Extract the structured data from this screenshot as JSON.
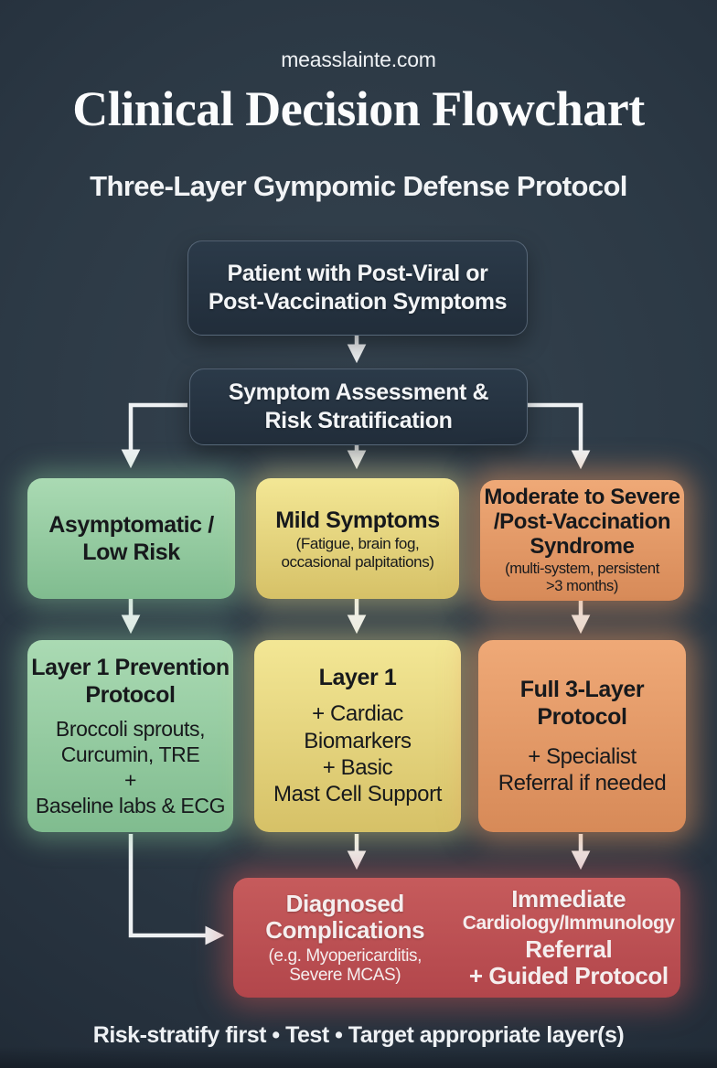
{
  "header": {
    "website": "measslainte.com",
    "title": "Clinical Decision Flowchart",
    "subtitle": "Three-Layer Gympomic Defense Protocol"
  },
  "flowchart": {
    "start": "Patient with Post-Viral or\nPost-Vaccination Symptoms",
    "assessment": "Symptom Assessment &\nRisk Stratification",
    "branch_low": {
      "title": "Asymptomatic /\nLow Risk"
    },
    "branch_mild": {
      "title": "Mild Symptoms",
      "note": "(Fatigue, brain fog,\noccasional palpitations)"
    },
    "branch_severe": {
      "title": "Moderate to Severe\n/Post-Vaccination\nSyndrome",
      "note": "(multi-system, persistent\n>3 months)"
    },
    "action_low": {
      "title": "Layer 1 Prevention\nProtocol",
      "body": "Broccoli sprouts,\nCurcumin, TRE\n+\nBaseline labs & ECG"
    },
    "action_mild": {
      "title": "Layer 1",
      "body": "+ Cardiac\nBiomarkers\n+ Basic\nMast Cell Support"
    },
    "action_severe": {
      "title": "Full 3-Layer\nProtocol",
      "body": "+ Specialist\nReferral if needed"
    },
    "outcome_left": {
      "title": "Diagnosed\nComplications",
      "note": "(e.g. Myopericarditis,\nSevere MCAS)"
    },
    "outcome_right": {
      "title": "Immediate",
      "line2": "Cardiology/Immunology",
      "body": "Referral\n+ Guided Protocol"
    }
  },
  "footer": {
    "tagline": "Risk-stratify first • Test • Target appropriate layer(s)"
  },
  "colors": {
    "background": "#2c3a47",
    "node_dark": "#24303d",
    "node_green": "#95cba0",
    "node_yellow": "#e8d77e",
    "node_orange": "#e0976a",
    "node_red": "#bd4d52",
    "arrow": "#eef1f3",
    "text_light": "#f3f5f7",
    "text_dark": "#17191c"
  }
}
